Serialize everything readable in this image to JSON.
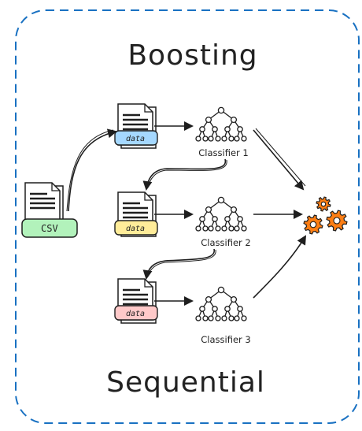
{
  "diagram": {
    "title": "Boosting",
    "footer": "Sequential",
    "source": {
      "label": "CSV",
      "color": "#b2f2bb"
    },
    "datasets": [
      {
        "label": "data",
        "color": "#a5d8ff"
      },
      {
        "label": "data",
        "color": "#ffec99"
      },
      {
        "label": "data",
        "color": "#ffc9c9"
      }
    ],
    "classifiers": [
      {
        "label": "Classifier 1"
      },
      {
        "label": "Classifier 2"
      },
      {
        "label": "Classifier 3"
      }
    ],
    "colors": {
      "border": "#1971c2",
      "gear": "#fd7e14",
      "ink": "#1e1e1e"
    },
    "icons": [
      "document-icon",
      "tree-icon",
      "gears-icon"
    ]
  }
}
